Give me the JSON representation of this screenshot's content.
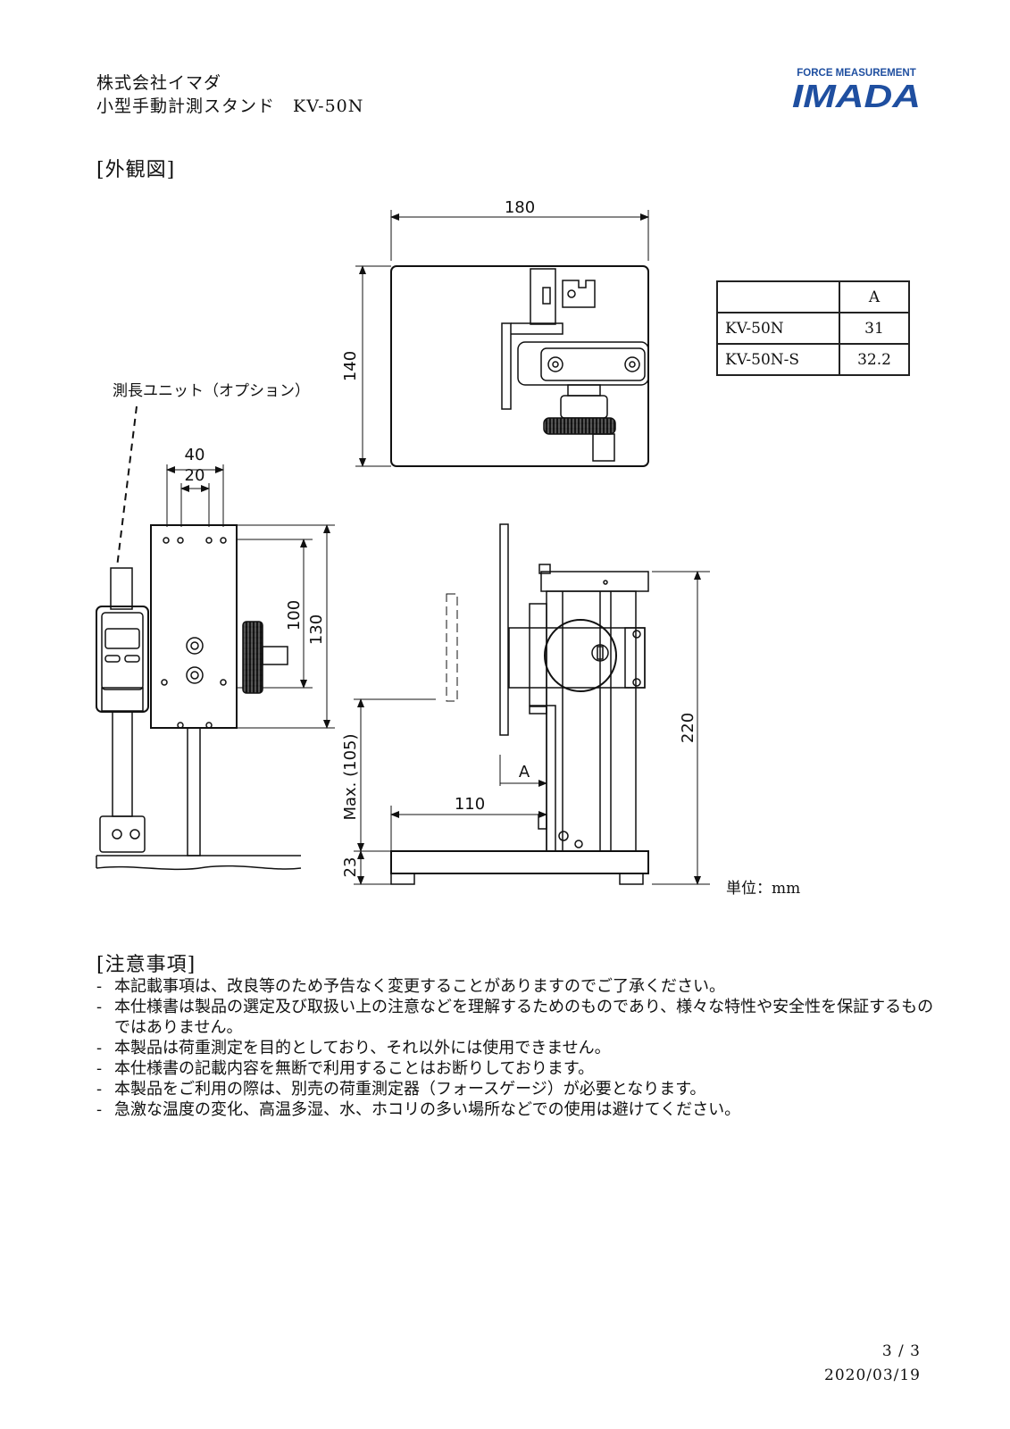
{
  "header": {
    "company": "株式会社イマダ",
    "product": "小型手動計測スタンド　KV-50N",
    "logo_tagline": "FORCE MEASUREMENT",
    "logo_name": "IMADA",
    "logo_color": "#1f4fa0"
  },
  "outline": {
    "title": "[外観図]",
    "callout_unit": "測長ユニット（オプション）",
    "units_label": "単位：mm",
    "dims": {
      "width_top": "180",
      "depth_top": "140",
      "dim_40": "40",
      "dim_20": "20",
      "dim_100": "100",
      "dim_130": "130",
      "dim_220": "220",
      "dim_max": "Max. (105)",
      "dim_110": "110",
      "dim_a": "A",
      "dim_23": "23"
    }
  },
  "table": {
    "header": [
      "",
      "A"
    ],
    "rows": [
      {
        "model": "KV-50N",
        "a": "31"
      },
      {
        "model": "KV-50N-S",
        "a": "32.2"
      }
    ]
  },
  "notes": {
    "title": "[注意事項]",
    "items": [
      "本記載事項は、改良等のため予告なく変更することがありますのでご了承ください。",
      "本仕様書は製品の選定及び取扱い上の注意などを理解するためのものであり、様々な特性や安全性を保証するものではありません。",
      "本製品は荷重測定を目的としており、それ以外には使用できません。",
      "本仕様書の記載内容を無断で利用することはお断りしております。",
      "本製品をご利用の際は、別売の荷重測定器（フォースゲージ）が必要となります。",
      "急激な温度の変化、高温多湿、水、ホコリの多い場所などでの使用は避けてください。"
    ]
  },
  "footer": {
    "page": "3 / 3",
    "date": "2020/03/19"
  }
}
